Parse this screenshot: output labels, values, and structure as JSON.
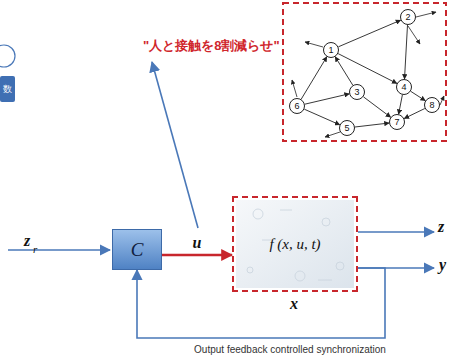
{
  "diagram": {
    "caption": "Output feedback controlled synchronization",
    "nodes": [
      {
        "text": [
          "数"
        ]
      },
      {
        "text": [
          "1"
        ]
      },
      {
        "text": [
          "2"
        ]
      },
      {
        "text": [
          "3"
        ]
      },
      {
        "text": [
          "4"
        ]
      },
      {
        "text": [
          "5"
        ]
      },
      {
        "text": [
          "6"
        ]
      },
      {
        "text": [
          "7"
        ]
      },
      {
        "text": [
          "8"
        ]
      },
      {
        "text": [
          "C"
        ]
      },
      {
        "text": [
          "f (x, u, t)"
        ]
      }
    ],
    "edges": [
      {
        "from": 1,
        "to": 2,
        "arrow": "to"
      },
      {
        "from": 6,
        "to": 1,
        "arrow": "to"
      },
      {
        "from": 1,
        "to": 4,
        "arrow": "to"
      },
      {
        "from": 3,
        "to": 1,
        "arrow": "to"
      },
      {
        "from": 6,
        "to": 3,
        "arrow": "to"
      },
      {
        "from": 6,
        "to": 5,
        "arrow": "to"
      },
      {
        "from": 5,
        "to": 7,
        "arrow": "to"
      },
      {
        "from": 4,
        "to": 7,
        "arrow": "to"
      },
      {
        "from": 4,
        "to": 8,
        "arrow": "to"
      },
      {
        "from": 8,
        "to": 7,
        "arrow": "to"
      },
      {
        "from": 2,
        "to": 4,
        "arrow": "to"
      },
      {
        "from": 3,
        "to": 7,
        "arrow": "to"
      },
      {
        "from": 9,
        "to": 10,
        "label": "u",
        "arrow": "to"
      },
      {
        "from": 10,
        "to": 9,
        "arrow": "to"
      }
    ],
    "labels": [
      "\"人と接触を8割減らせ\"",
      "z",
      "r",
      "z",
      "y",
      "x"
    ]
  }
}
